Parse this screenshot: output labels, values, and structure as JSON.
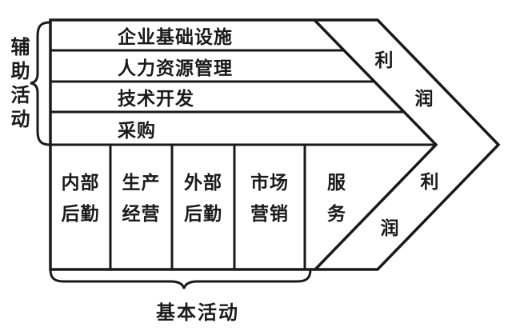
{
  "diagram": {
    "type": "porter-value-chain"
  },
  "colors": {
    "background": "#ffffff",
    "line": "#1a1a1a",
    "text": "#1a1a1a"
  },
  "support_section": {
    "brace_label": "辅助活动",
    "rows": [
      "企业基础设施",
      "人力资源管理",
      "技术开发",
      "采购"
    ]
  },
  "primary_section": {
    "brace_label": "基本活动",
    "columns": [
      {
        "line1": "内部",
        "line2": "后勤"
      },
      {
        "line1": "生产",
        "line2": "经营"
      },
      {
        "line1": "外部",
        "line2": "后勤"
      },
      {
        "line1": "市场",
        "line2": "营销"
      },
      {
        "line1": "服",
        "line2": "务"
      }
    ]
  },
  "profit_bands": {
    "top": {
      "char1": "利",
      "char2": "润"
    },
    "bottom": {
      "char1": "利",
      "char2": "润"
    }
  }
}
